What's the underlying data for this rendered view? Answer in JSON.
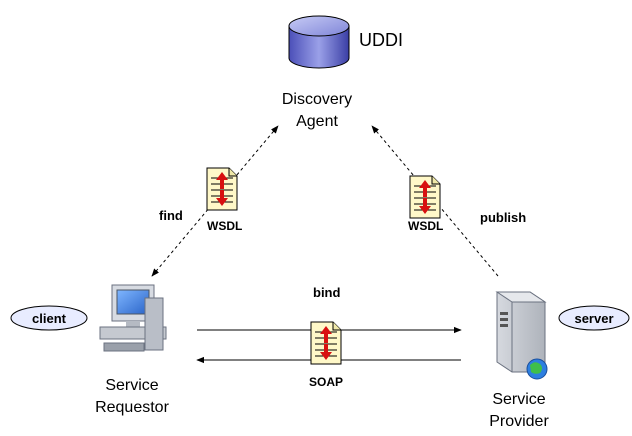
{
  "top_caption": "",
  "registry": {
    "badge": "UDDI",
    "title_line1": "Discovery",
    "title_line2": "Agent"
  },
  "requestor": {
    "tag": "client",
    "title_line1": "Service",
    "title_line2": "Requestor"
  },
  "provider": {
    "tag": "server",
    "title_line1": "Service",
    "title_line2": "Provider"
  },
  "edges": {
    "find": "find",
    "publish": "publish",
    "bind": "bind"
  },
  "documents": {
    "find_doc": "WSDL",
    "publish_doc": "WSDL",
    "bind_doc": "SOAP"
  },
  "icons": [
    "database-icon",
    "workstation-icon",
    "server-icon",
    "document-icon"
  ]
}
